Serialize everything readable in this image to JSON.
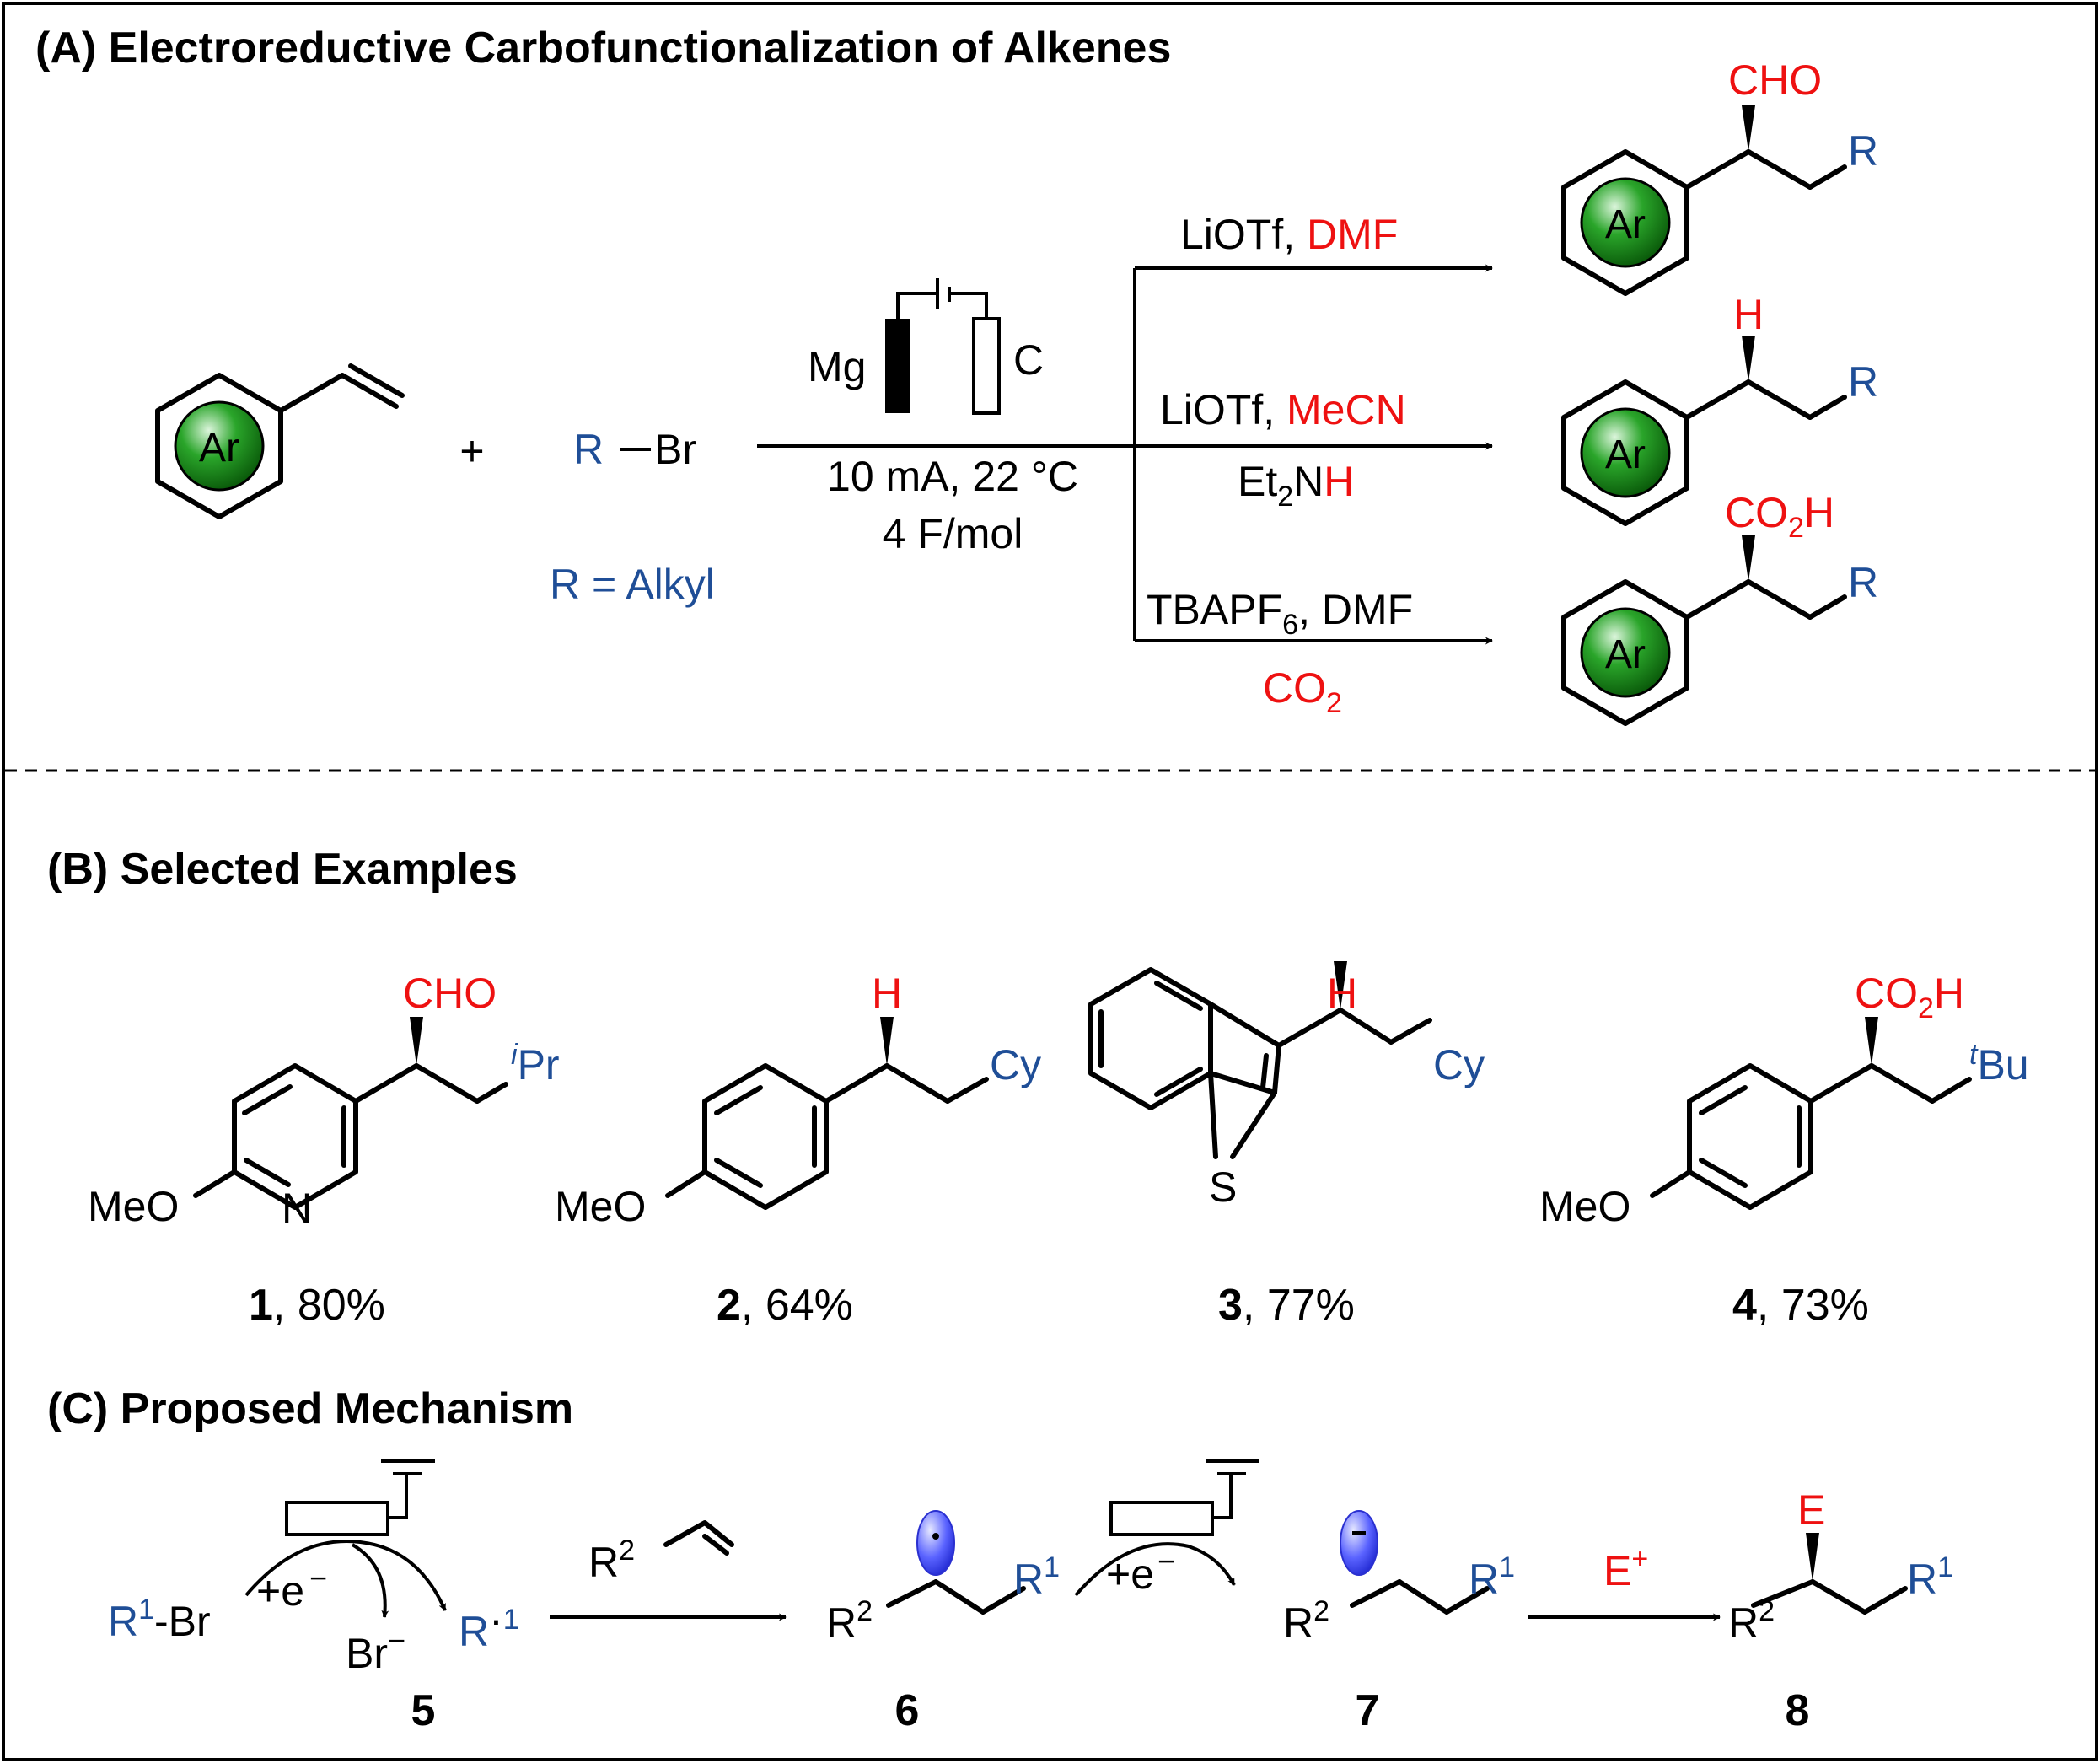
{
  "colors": {
    "red": "#ee1111",
    "blue": "#1f4e97",
    "aryl_green": "#1e8a1e",
    "radical_blue": "#3a45ff"
  },
  "panelA": {
    "title": "(A) Electroreductive Carbofunctionalization of Alkenes",
    "ar": "Ar",
    "plus": "+",
    "rbr_r": "R",
    "rbr_br": "Br",
    "r_def": "R = Alkyl",
    "anode": "Mg",
    "cathode": "C",
    "cond1": "10 mA, 22 °C",
    "cond2": "4 F/mol",
    "branch1": {
      "pre": "LiOTf, ",
      "solvent": "DMF"
    },
    "branch2": {
      "pre": "LiOTf, ",
      "solvent": "MeCN",
      "below_a": "Et",
      "below_sub": "2",
      "below_b": "N",
      "below_h": "H"
    },
    "branch3": {
      "pre": "TBAPF",
      "sub": "6",
      "post": ", DMF",
      "below": "CO",
      "below_sub": "2"
    },
    "product1": {
      "group": "CHO",
      "r": "R"
    },
    "product2": {
      "group": "H",
      "r": "R"
    },
    "product3": {
      "group_a": "CO",
      "group_sub": "2",
      "group_b": "H",
      "r": "R"
    }
  },
  "panelB": {
    "title": "(B) Selected Examples",
    "examples": [
      {
        "number": "1",
        "yield": ", 80%",
        "group": "CHO",
        "r_sup": "i",
        "r": "Pr",
        "ome": "MeO",
        "n": "N"
      },
      {
        "number": "2",
        "yield": ", 64%",
        "group": "H",
        "r": "Cy",
        "ome": "MeO"
      },
      {
        "number": "3",
        "yield": ", 77%",
        "group": "H",
        "r": "Cy",
        "s": "S"
      },
      {
        "number": "4",
        "yield": ", 73%",
        "group_a": "CO",
        "group_sub": "2",
        "group_b": "H",
        "r_sup": "t",
        "r": "Bu",
        "ome": "MeO"
      }
    ]
  },
  "panelC": {
    "title": "(C) Proposed Mechanism",
    "r1br_r": "R",
    "r1br_sup": "1",
    "r1br_tail": "-Br",
    "e1": "+e",
    "e_minus": "−",
    "br_minus": "Br",
    "br_sup": "−",
    "rad_r": "R",
    "rad_dot": "·",
    "rad_sup": "1",
    "alkene_r": "R",
    "alkene_sup": "2",
    "e2": "+e",
    "e2_minus": "−",
    "eplus": "E",
    "eplus_sup": "+",
    "e_group": "E",
    "r": "R",
    "sup1": "1",
    "sup2": "2",
    "labels": [
      "5",
      "6",
      "7",
      "8"
    ]
  }
}
